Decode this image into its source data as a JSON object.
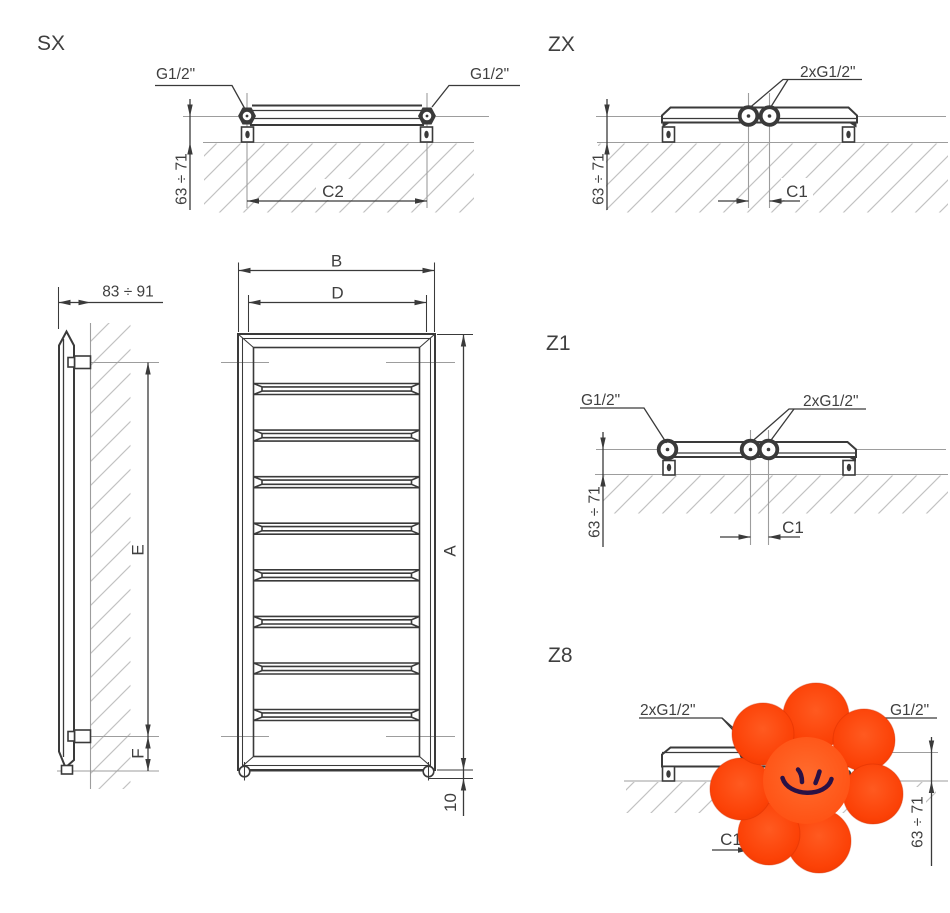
{
  "colors": {
    "line": "#3a3a3a",
    "reference_gray": "#9d9d9d",
    "hatch_gray": "#c2c2c2",
    "flower_petal": "#fb3d02",
    "flower_face": "#ff4d10",
    "flower_features": "#2a1145"
  },
  "views": {
    "sx": {
      "label": "SX",
      "left_connection": "G1/2\"",
      "right_connection": "G1/2\"",
      "wall_distance": "63 ÷ 71",
      "connection_spacing": "C2"
    },
    "zx": {
      "label": "ZX",
      "center_connections": "2xG1/2\"",
      "wall_distance": "63 ÷ 71",
      "connection_spacing": "C1"
    },
    "z1": {
      "label": "Z1",
      "left_connection": "G1/2\"",
      "center_connections": "2xG1/2\"",
      "wall_distance": "63 ÷ 71",
      "connection_spacing": "C1"
    },
    "z8": {
      "label": "Z8",
      "center_connections": "2xG1/2\"",
      "right_connection": "G1/2\"",
      "wall_distance": "63 ÷ 71",
      "connection_spacing": "C1"
    },
    "front": {
      "overall_width": "B",
      "inner_width": "D",
      "overall_height": "A",
      "foot_clearance": "10"
    },
    "side": {
      "wall_depth": "83 ÷ 91",
      "bracket_span": "E",
      "bracket_bottom_offset": "F"
    }
  }
}
